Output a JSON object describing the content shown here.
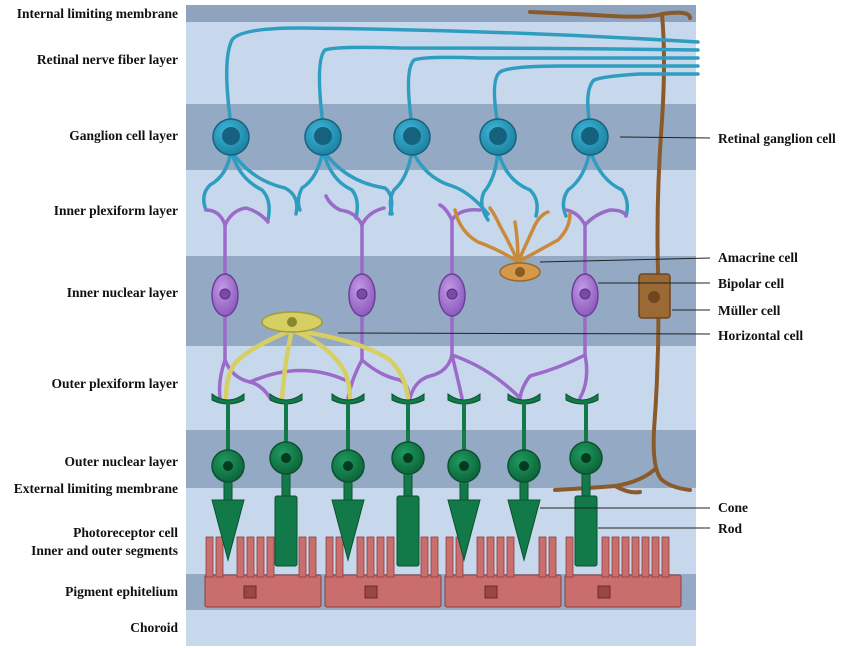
{
  "layers": [
    {
      "id": "ilm",
      "label": "Internal limiting membrane"
    },
    {
      "id": "rnfl",
      "label": "Retinal nerve fiber layer"
    },
    {
      "id": "gcl",
      "label": "Ganglion cell layer"
    },
    {
      "id": "ipl",
      "label": "Inner plexiform layer"
    },
    {
      "id": "inl",
      "label": "Inner nuclear layer"
    },
    {
      "id": "opl",
      "label": "Outer plexiform layer"
    },
    {
      "id": "onl",
      "label": "Outer nuclear layer"
    },
    {
      "id": "elm",
      "label": "External limiting membrane"
    },
    {
      "id": "prc1",
      "label": "Photoreceptor cell"
    },
    {
      "id": "prc2",
      "label": "Inner and outer segments"
    },
    {
      "id": "rpe",
      "label": "Pigment ephitelium"
    },
    {
      "id": "choroid",
      "label": "Choroid"
    }
  ],
  "cells": [
    {
      "id": "rgc",
      "label": "Retinal ganglion cell"
    },
    {
      "id": "amacrine",
      "label": "Amacrine cell"
    },
    {
      "id": "bipolar",
      "label": "Bipolar cell"
    },
    {
      "id": "muller",
      "label": "Müller cell"
    },
    {
      "id": "horizontal",
      "label": "Horizontal cell"
    },
    {
      "id": "cone",
      "label": "Cone"
    },
    {
      "id": "rod",
      "label": "Rod"
    }
  ],
  "colors": {
    "band_dark": "#94a9c4",
    "band_light": "#c8d8ec",
    "band_top": "#8ea3be",
    "ganglion": "#2f9dc0",
    "ganglion_nucleus": "#15627f",
    "bipolar": "#9a6bc9",
    "amacrine": "#c98a3a",
    "horizontal": "#d6cf64",
    "muller": "#8a5a2a",
    "photoreceptor": "#127a48",
    "rpe": "#c96d6d"
  }
}
